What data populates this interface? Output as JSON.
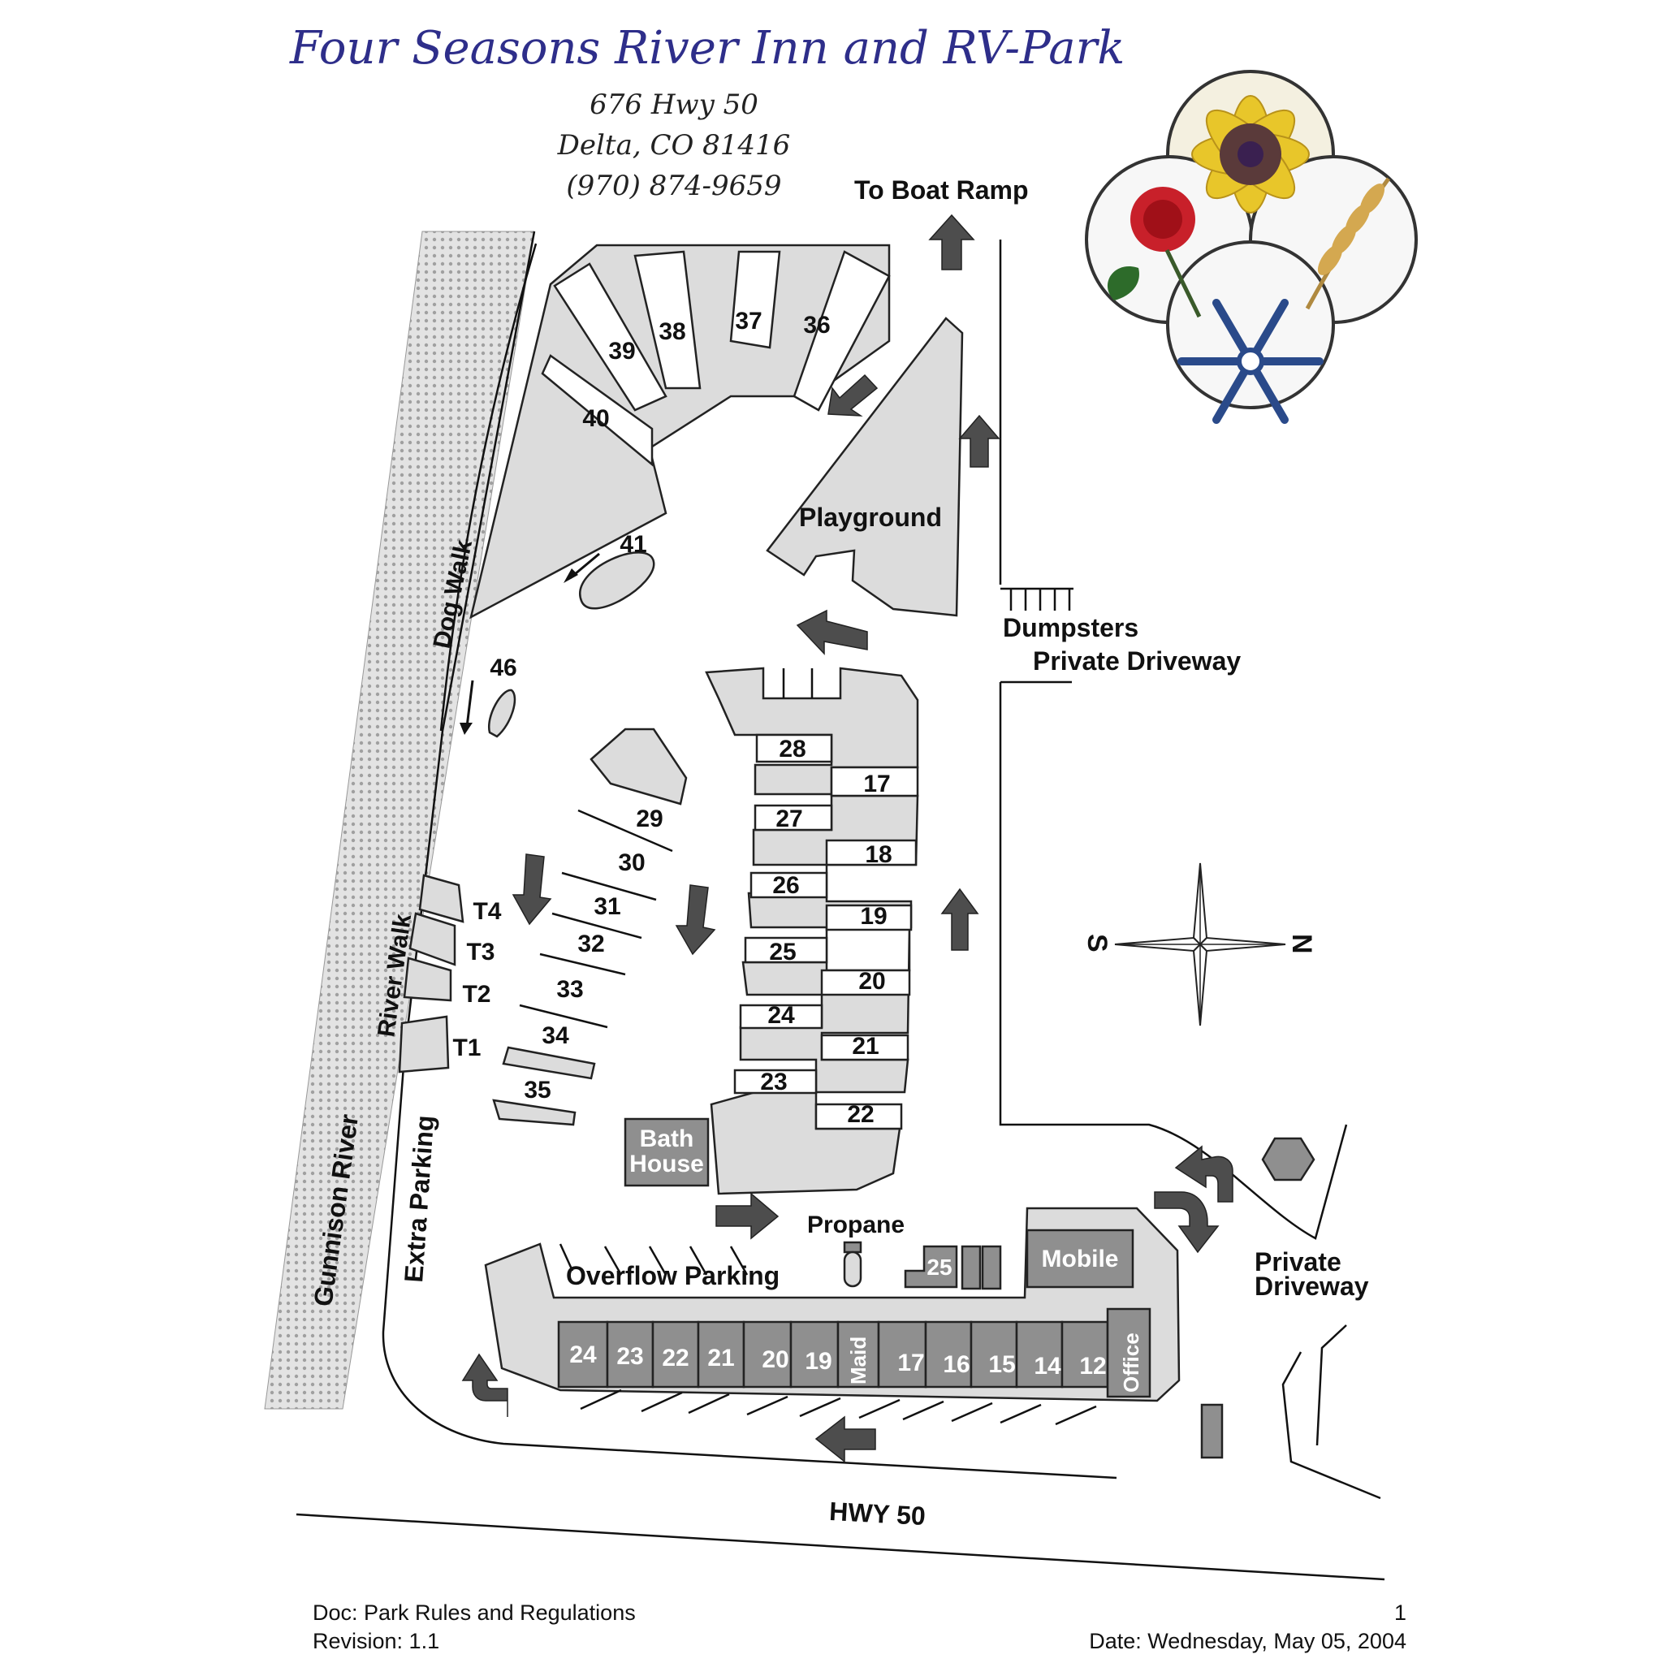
{
  "header": {
    "title": "Four Seasons River Inn and RV-Park",
    "address_line1": "676 Hwy 50",
    "address_line2": "Delta, CO 81416",
    "phone": "(970) 874-9659"
  },
  "labels": {
    "boat_ramp": "To  Boat Ramp",
    "playground": "Playground",
    "dumpsters": "Dumpsters",
    "private_driveway_top": "Private Driveway",
    "private_driveway_right_1": "Private",
    "private_driveway_right_2": "Driveway",
    "dog_walk": "Dog Walk",
    "river_walk": "River Walk",
    "extra_parking": "Extra Parking",
    "gunnison_river": "Gunnison River",
    "bath_house_1": "Bath",
    "bath_house_2": "House",
    "propane": "Propane",
    "overflow_parking": "Overflow Parking",
    "mobile": "Mobile",
    "hwy": "HWY 50",
    "compass_s": "S",
    "compass_n": "N"
  },
  "sites": {
    "s36": "36",
    "s37": "37",
    "s38": "38",
    "s39": "39",
    "s40": "40",
    "s41": "41",
    "s46": "46",
    "s28": "28",
    "s27": "27",
    "s26": "26",
    "s25": "25",
    "s24": "24",
    "s23": "23",
    "s17": "17",
    "s18": "18",
    "s19": "19",
    "s20": "20",
    "s21": "21",
    "s22": "22",
    "s29": "29",
    "s30": "30",
    "s31": "31",
    "s32": "32",
    "s33": "33",
    "s34": "34",
    "s35": "35",
    "t1": "T1",
    "t2": "T2",
    "t3": "T3",
    "t4": "T4",
    "p25": "25"
  },
  "rooms": {
    "r24": "24",
    "r23": "23",
    "r22": "22",
    "r21": "21",
    "r20": "20",
    "r19": "19",
    "maid": "Maid",
    "r17": "17",
    "r16": "16",
    "r15": "15",
    "r14": "14",
    "r12": "12",
    "office": "Office"
  },
  "footer": {
    "doc": "Doc: Park Rules and Regulations",
    "revision": "Revision: 1.1",
    "page": "1",
    "date": "Date: Wednesday, May 05, 2004"
  },
  "colors": {
    "title": "#2e2e8a",
    "area_fill": "#dcdcdc",
    "building_fill": "#8f8f8f",
    "arrow_fill": "#4d4d4d"
  },
  "icons": {
    "logo": "four-seasons-logo-icon",
    "compass": "compass-rose-icon"
  }
}
